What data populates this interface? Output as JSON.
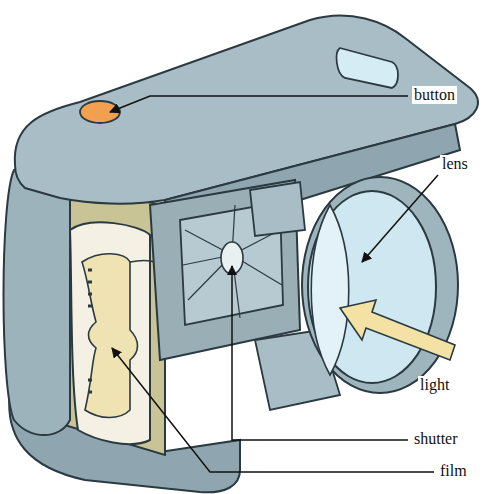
{
  "diagram": {
    "labels": [
      "button",
      "lens",
      "light",
      "shutter",
      "film"
    ]
  }
}
